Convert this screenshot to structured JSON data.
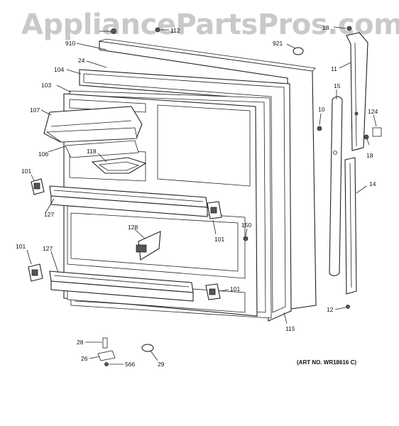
{
  "watermark": "AppliancePartsPros.com",
  "art_no": "(ART NO. WR18616 C)",
  "callouts": {
    "c18_top": "18",
    "c112": "112",
    "c910": "910",
    "c921": "921",
    "c24": "24",
    "c104": "104",
    "c11": "11",
    "c103": "103",
    "c15": "15",
    "c10": "10",
    "c107": "107",
    "c124": "124",
    "c118": "118",
    "c106": "106",
    "c18_right": "18",
    "c101_a": "101",
    "c14": "14",
    "c127_a": "127",
    "c101_b": "101",
    "c150": "150",
    "c128": "128",
    "c101_c": "101",
    "c127_b": "127",
    "c101_d": "101",
    "c12": "12",
    "c115": "115",
    "c28": "28",
    "c26": "26",
    "c566": "566",
    "c29": "29"
  }
}
